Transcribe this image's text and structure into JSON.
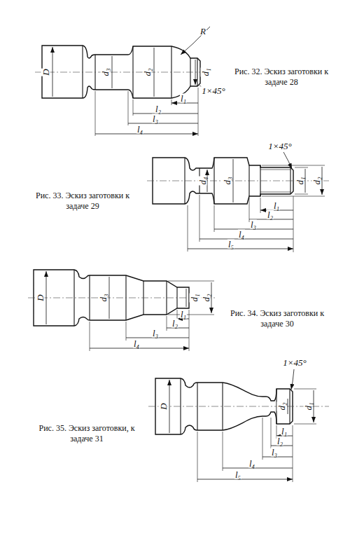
{
  "diagram": {
    "labels": [
      "D",
      "d₃",
      "d₂",
      "R",
      "d₁",
      "1×45°",
      "l₁",
      "l₂",
      "l₃",
      "l₄",
      "Рис. 32. Эскиз заготовки к задаче 28",
      "1×45°",
      "d₄",
      "d₃",
      "d₁",
      "d₂",
      "l₁",
      "l₂",
      "l₃",
      "l₄",
      "l₅",
      "Рис. 33. Эскиз заготовки к задаче 29",
      "D",
      "d₃",
      "d₁",
      "d₂",
      "l₁",
      "l₂",
      "l₃",
      "l₄",
      "Рис. 34. Эскиз заготовки к задаче 30",
      "1×45°",
      "D",
      "d₂",
      "d₁",
      "l₁",
      "l₂",
      "l₃",
      "l₄",
      "l₅",
      "Рис. 35. Эскиз заготовки, к задаче 31"
    ]
  }
}
